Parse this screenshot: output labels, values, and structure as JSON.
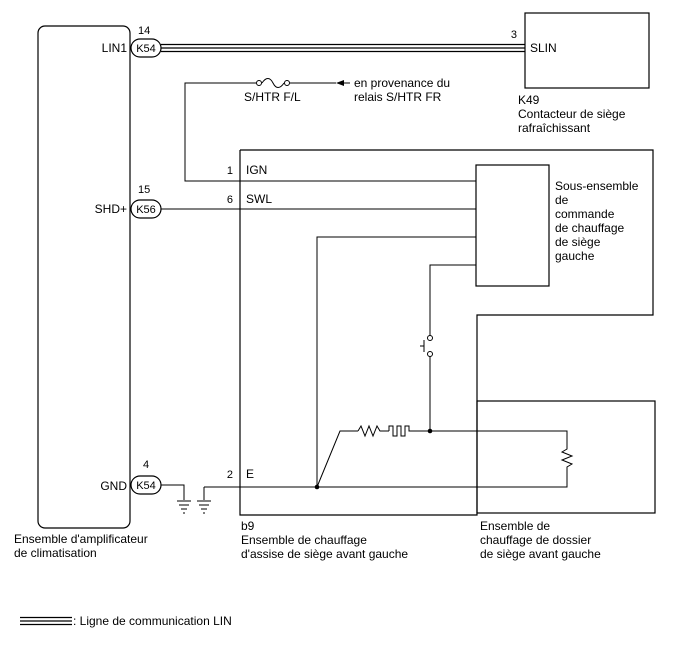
{
  "amplifier": {
    "name_lines": [
      "Ensemble d'amplificateur",
      "de climatisation"
    ],
    "pins": {
      "lin1": {
        "label": "LIN1",
        "number": "14",
        "connector": "K54"
      },
      "shd": {
        "label": "SHD+",
        "number": "15",
        "connector": "K56"
      },
      "gnd": {
        "label": "GND",
        "number": "4",
        "connector": "K54"
      }
    }
  },
  "cooling_switch": {
    "code": "K49",
    "name_lines": [
      "Contacteur de siège",
      "rafraîchissant"
    ],
    "pin_number": "3",
    "pin_label": "SLIN"
  },
  "fuse": {
    "label": "S/HTR F/L",
    "source_lines": [
      "en provenance du",
      "relais S/HTR FR"
    ]
  },
  "seat_cushion": {
    "code": "b9",
    "name_lines": [
      "Ensemble de chauffage",
      "d'assise de siège avant gauche"
    ],
    "pins": {
      "ign": {
        "number": "1",
        "label": "IGN"
      },
      "swl": {
        "number": "6",
        "label": "SWL"
      },
      "e": {
        "number": "2",
        "label": "E"
      }
    }
  },
  "control_subassembly": {
    "name_lines": [
      "Sous-ensemble",
      "de",
      "commande",
      "de chauffage",
      "de siège",
      "gauche"
    ]
  },
  "seatback": {
    "name_lines": [
      "Ensemble de",
      "chauffage de dossier",
      "de siège avant gauche"
    ]
  },
  "legend": {
    "text": ": Ligne de communication LIN"
  }
}
